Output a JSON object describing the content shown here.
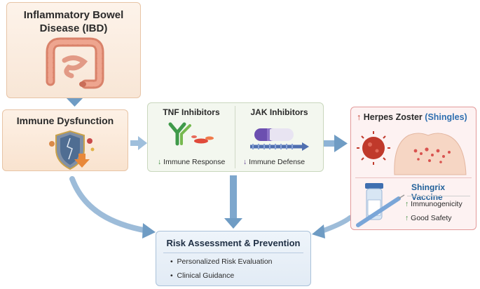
{
  "ibd": {
    "title_line1": "Inflammatory Bowel",
    "title_line2": "Disease (IBD)"
  },
  "dysfunction": {
    "title": "Immune Dysfunction"
  },
  "drugs": {
    "tnf": {
      "header": "TNF Inhibitors",
      "effect_arrow": "↓",
      "effect": "Immune Response"
    },
    "jak": {
      "header": "JAK Inhibitors",
      "effect_arrow": "↓",
      "effect": "Immune Defense"
    }
  },
  "herpes": {
    "arrow": "↑",
    "title": "Herpes Zoster",
    "subtitle": "(Shingles)",
    "vaccine": "Shingrix Vaccine",
    "items": [
      {
        "arrow": "↑",
        "text": "Immunogenicity"
      },
      {
        "arrow": "↑",
        "text": "Good Safety"
      }
    ]
  },
  "risk": {
    "title": "Risk Assessment & Prevention",
    "items": [
      "Personalized Risk Evaluation",
      "Clinical Guidance"
    ]
  },
  "colors": {
    "arrow_blue": "#6f9cc4",
    "tnf_green": "#3a8a3a",
    "jak_purple": "#5b3a8f",
    "herpes_red": "#c0392b",
    "vaccine_blue": "#1f5f99"
  },
  "icons": [
    "colon-icon",
    "shield-icon",
    "antibody-icon",
    "capsule-icon",
    "virus-icon",
    "rash-torso-icon",
    "vaccine-vial-icon",
    "syringe-icon"
  ]
}
